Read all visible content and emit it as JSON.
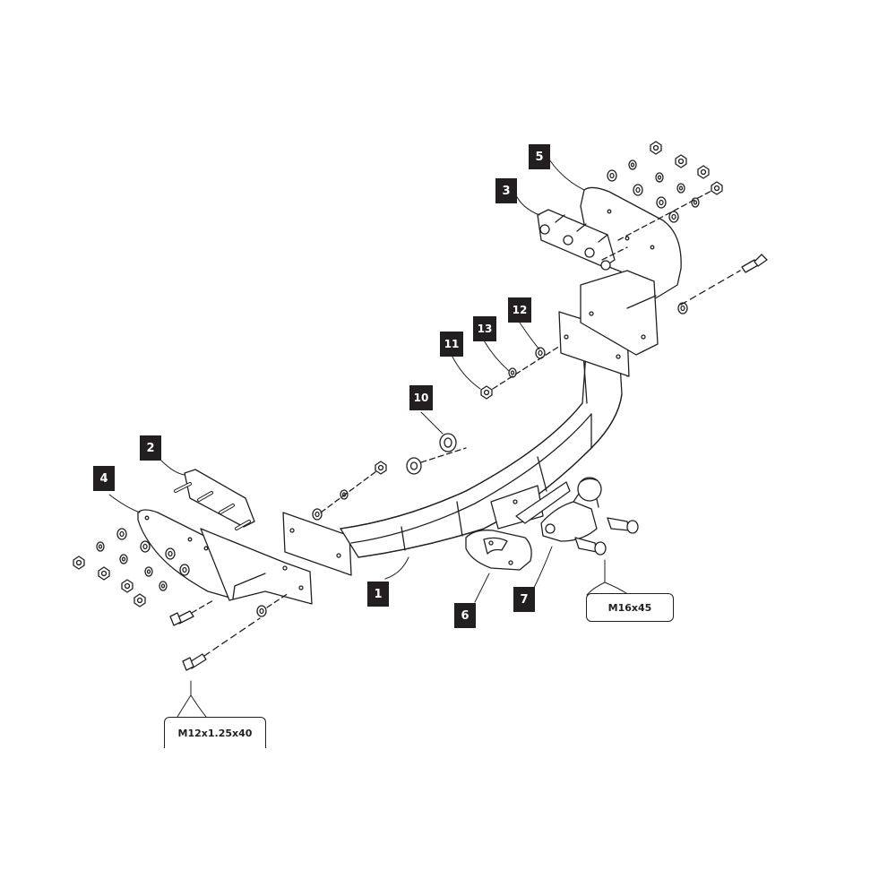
{
  "diagram": {
    "title": "Tow bar exploded assembly view",
    "part_labels": [
      {
        "id": "1",
        "part": "main crossbar beam"
      },
      {
        "id": "2",
        "part": "left inner stud plate"
      },
      {
        "id": "3",
        "part": "right inner stud plate"
      },
      {
        "id": "4",
        "part": "left side bracket"
      },
      {
        "id": "5",
        "part": "right side bracket"
      },
      {
        "id": "6",
        "part": "electrical socket plate"
      },
      {
        "id": "7",
        "part": "tow ball"
      },
      {
        "id": "10",
        "part": "nut"
      },
      {
        "id": "11",
        "part": "nut"
      },
      {
        "id": "12",
        "part": "flat washer"
      },
      {
        "id": "13",
        "part": "spring washer"
      }
    ],
    "spec_callouts": [
      {
        "text": "M16x45",
        "refers_to": "tow ball bolts"
      },
      {
        "text": "M12x1.25x40",
        "refers_to": "bracket bolts"
      }
    ],
    "colors": {
      "line": "#231f20",
      "label_bg": "#231f20",
      "label_text": "#ffffff",
      "background": "#ffffff"
    }
  }
}
